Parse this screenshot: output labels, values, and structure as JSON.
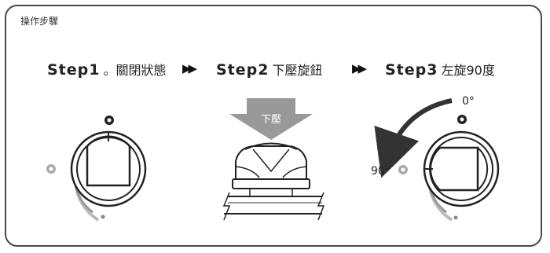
{
  "title": "操作步驟",
  "steps": [
    {
      "num": "Step1",
      "desc": "。關閉狀態"
    },
    {
      "num": "Step2",
      "desc": "下壓旋鈕"
    },
    {
      "num": "Step3",
      "desc": "左旋90度"
    }
  ],
  "arrow_glyph": "▶▶",
  "press_label": "下壓",
  "angle_start": "0°",
  "angle_end": "90°"
}
